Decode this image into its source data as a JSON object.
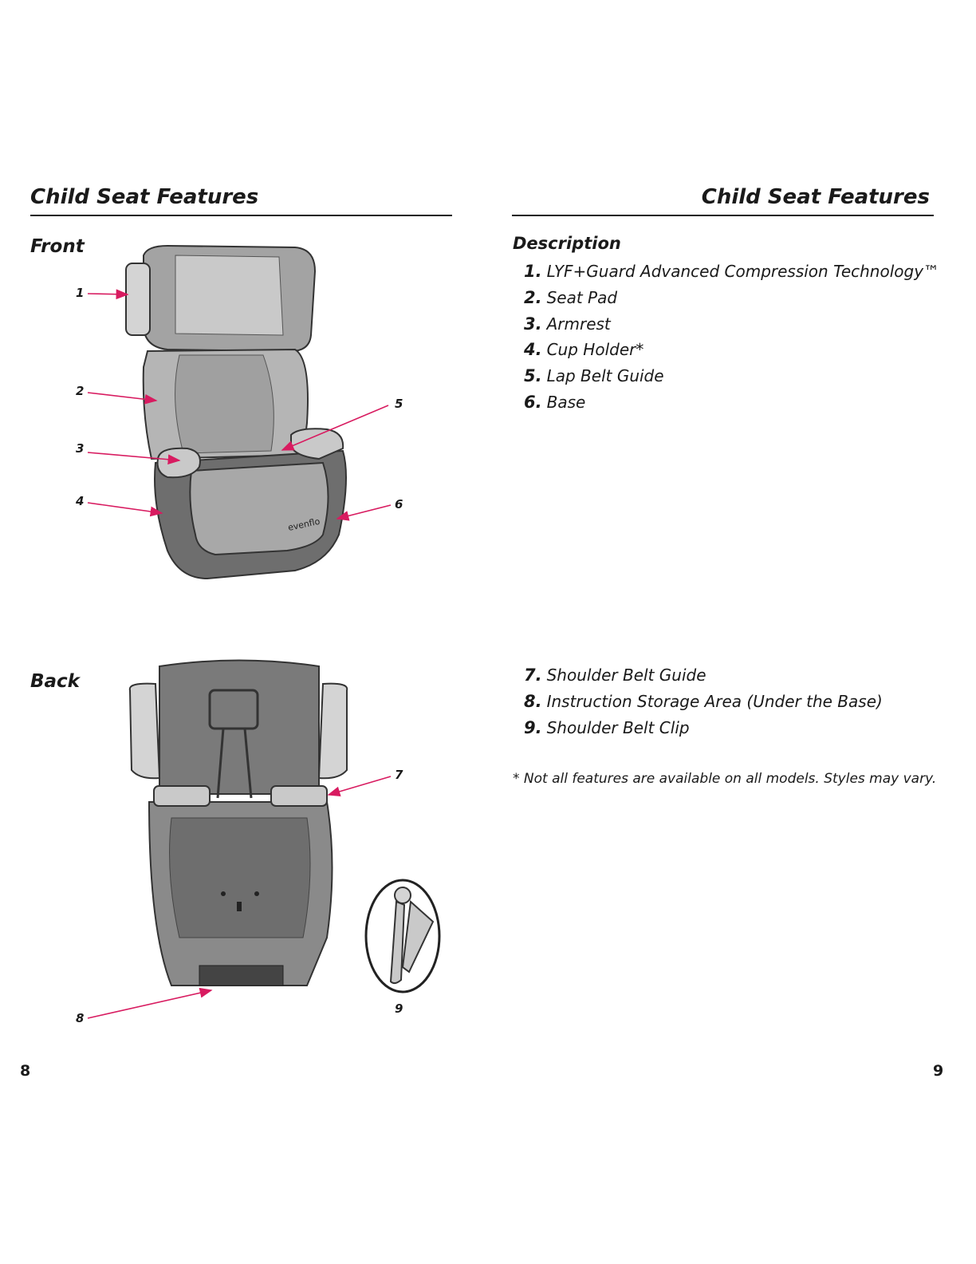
{
  "left_page": {
    "title": "Child Seat Features",
    "front_label": "Front",
    "back_label": "Back",
    "callouts": [
      "1",
      "2",
      "3",
      "4",
      "5",
      "6",
      "7",
      "8",
      "9"
    ],
    "logo_text": "evenflo",
    "page_number": "8"
  },
  "right_page": {
    "title": "Child Seat Features",
    "description_label": "Description",
    "items": [
      {
        "num": "1.",
        "text": "LYF+Guard Advanced Compression Technology™"
      },
      {
        "num": "2.",
        "text": "Seat Pad"
      },
      {
        "num": "3.",
        "text": "Armrest"
      },
      {
        "num": "4.",
        "text": "Cup Holder*"
      },
      {
        "num": "5.",
        "text": "Lap Belt Guide"
      },
      {
        "num": "6.",
        "text": "Base"
      },
      {
        "num": "7.",
        "text": "Shoulder Belt Guide"
      },
      {
        "num": "8.",
        "text": "Instruction Storage Area (Under the Base)"
      },
      {
        "num": "9.",
        "text": "Shoulder Belt Clip"
      }
    ],
    "footnote": "* Not all features are available on all models. Styles may vary.",
    "page_number": "9"
  },
  "colors": {
    "arrow": "#d81b60",
    "seat_light": "#c9c9c9",
    "seat_mid": "#a3a3a3",
    "seat_dark": "#6e6e6e"
  }
}
